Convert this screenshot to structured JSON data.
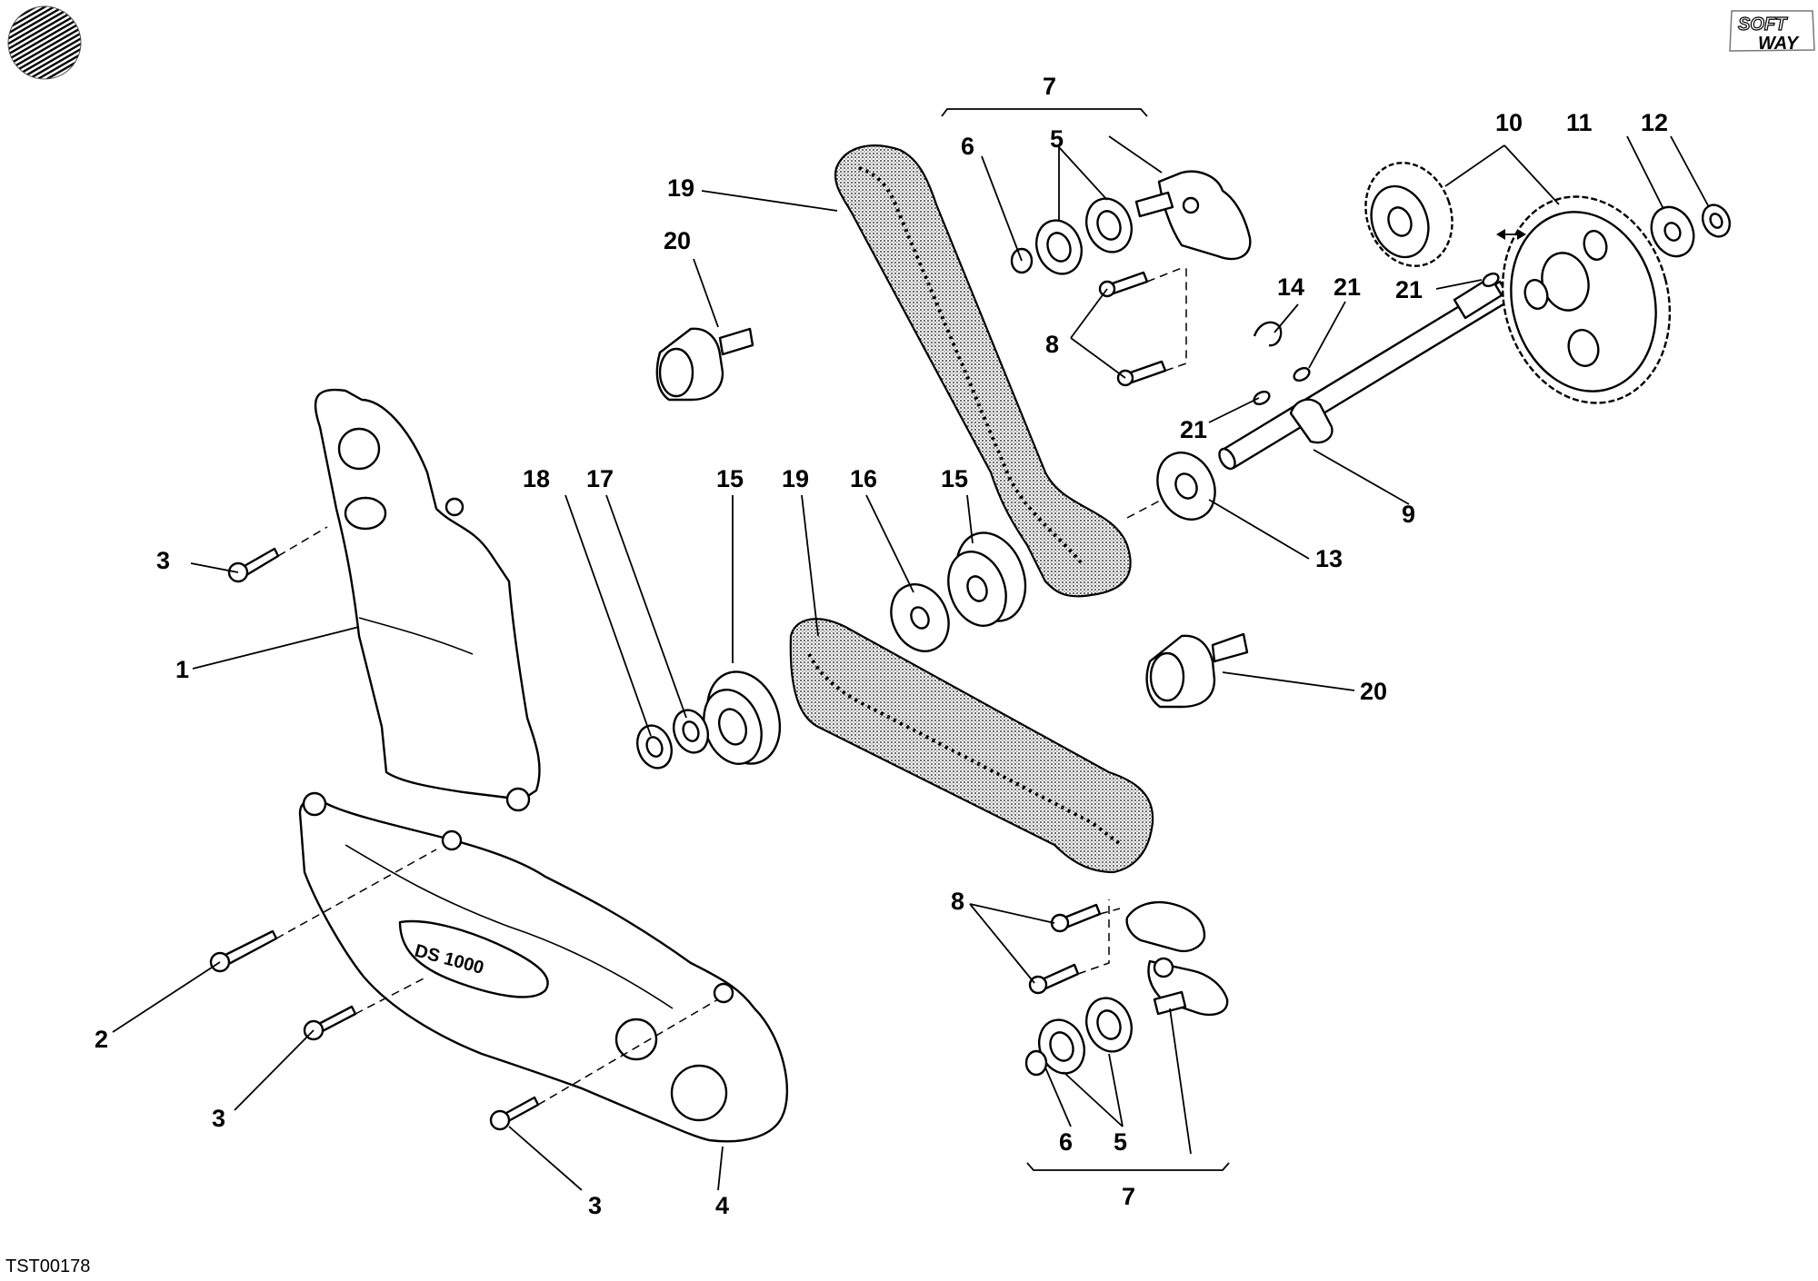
{
  "diagram_code": "TST00178",
  "logo": {
    "line1": "SOFT",
    "line2": "WAY"
  },
  "icons": {
    "logo_left": "striped-disc-icon",
    "logo_right": "softway-logo-icon"
  },
  "callouts": [
    {
      "id": "c1",
      "text": "1"
    },
    {
      "id": "c2",
      "text": "2"
    },
    {
      "id": "c3a",
      "text": "3"
    },
    {
      "id": "c3b",
      "text": "3"
    },
    {
      "id": "c3c",
      "text": "3"
    },
    {
      "id": "c4",
      "text": "4"
    },
    {
      "id": "c5a",
      "text": "5"
    },
    {
      "id": "c5b",
      "text": "5"
    },
    {
      "id": "c6a",
      "text": "6"
    },
    {
      "id": "c6b",
      "text": "6"
    },
    {
      "id": "c7a",
      "text": "7"
    },
    {
      "id": "c7b",
      "text": "7"
    },
    {
      "id": "c8a",
      "text": "8"
    },
    {
      "id": "c8b",
      "text": "8"
    },
    {
      "id": "c9",
      "text": "9"
    },
    {
      "id": "c10",
      "text": "10"
    },
    {
      "id": "c11",
      "text": "11"
    },
    {
      "id": "c12",
      "text": "12"
    },
    {
      "id": "c13",
      "text": "13"
    },
    {
      "id": "c14",
      "text": "14"
    },
    {
      "id": "c15a",
      "text": "15"
    },
    {
      "id": "c15b",
      "text": "15"
    },
    {
      "id": "c16",
      "text": "16"
    },
    {
      "id": "c17",
      "text": "17"
    },
    {
      "id": "c18",
      "text": "18"
    },
    {
      "id": "c19a",
      "text": "19"
    },
    {
      "id": "c19b",
      "text": "19"
    },
    {
      "id": "c20a",
      "text": "20"
    },
    {
      "id": "c20b",
      "text": "20"
    },
    {
      "id": "c21a",
      "text": "21"
    },
    {
      "id": "c21b",
      "text": "21"
    },
    {
      "id": "c21c",
      "text": "21"
    }
  ]
}
